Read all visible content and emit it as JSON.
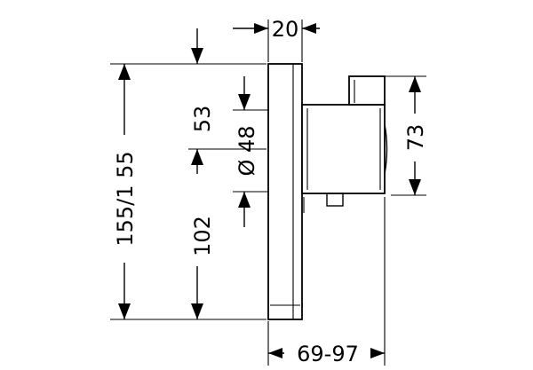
{
  "dimensions": {
    "plate_thickness": "20",
    "upper_offset": "53",
    "pipe_diameter": "Ø 48",
    "total_height": "155/1 55",
    "lower_offset": "102",
    "handle_height": "73",
    "projection": "69-97"
  }
}
